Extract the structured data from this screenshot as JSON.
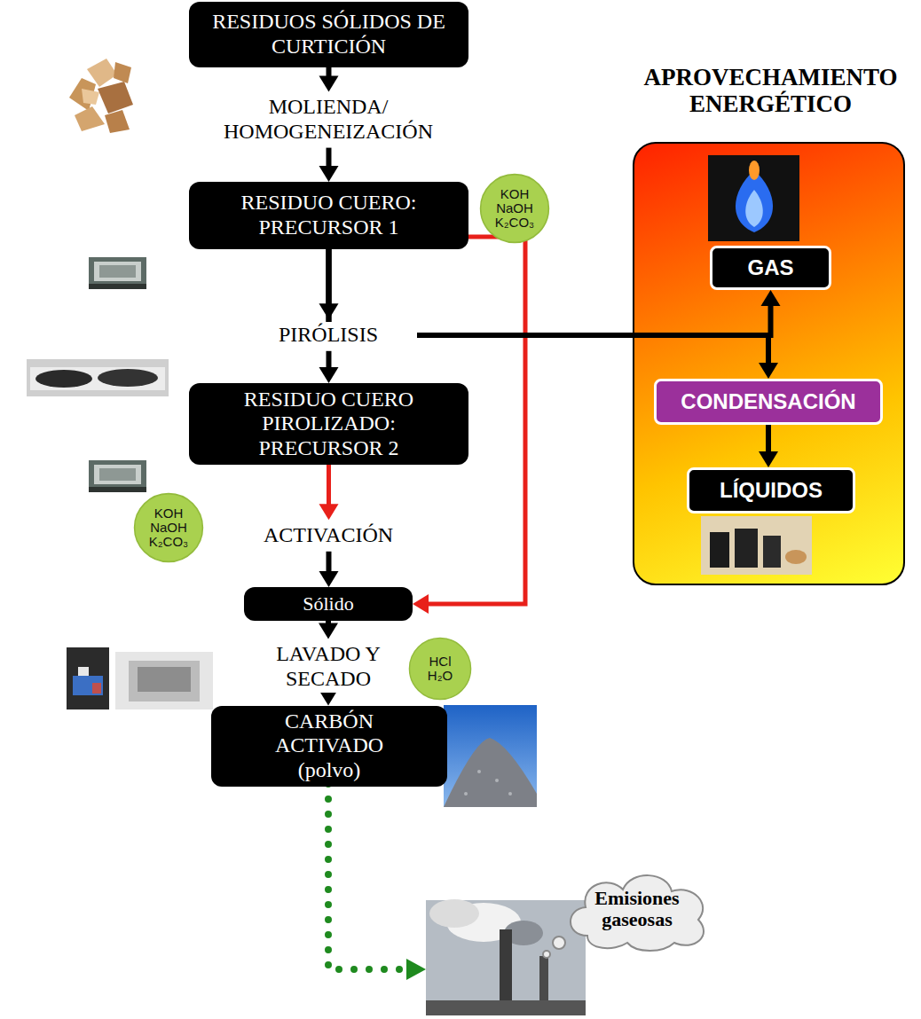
{
  "diagram": {
    "nodes": [
      {
        "text": [
          "RESIDUOS SÓLIDOS DE CURTICIÓN"
        ]
      },
      {
        "text": [
          "RESIDUO CUERO: PRECURSOR 1"
        ]
      },
      {
        "text": [
          "KOH NaOH K₂CO₃"
        ]
      },
      {
        "text": [
          "RESIDUO CUERO PIROLIZADO: PRECURSOR 2"
        ]
      },
      {
        "text": [
          "KOH NaOH K₂CO₃"
        ]
      },
      {
        "text": [
          "Sólido"
        ]
      },
      {
        "text": [
          "HCl H₂O"
        ]
      },
      {
        "text": [
          "CARBÓN ACTIVADO",
          "(polvo)"
        ]
      },
      {
        "text": [
          "APROVECHAMIENTO ENERGÉTICO"
        ]
      },
      {
        "text": [
          "GAS"
        ],
        "in": 8
      },
      {
        "text": [
          "CONDENSACIÓN"
        ],
        "in": 8
      },
      {
        "text": [
          "LÍQUIDOS"
        ],
        "in": 8
      },
      {
        "text": [
          "Emisiones gaseosas"
        ]
      }
    ],
    "edges": [
      {
        "from": 0,
        "to": 1,
        "arrow": "to",
        "label": "MOLIENDA/ HOMOGENEIZACIÓN"
      },
      {
        "from": 1,
        "to": 3,
        "arrow": "to",
        "label": "PIRÓLISIS"
      },
      {
        "from": 3,
        "to": 5,
        "arrow": "to",
        "label": "ACTIVACIÓN"
      },
      {
        "from": 5,
        "to": 7,
        "arrow": "to",
        "label": "LAVADO Y SECADO"
      },
      {
        "from": 1,
        "to": 5,
        "arrow": "to"
      },
      {
        "from": 1,
        "to": 9,
        "arrow": "to"
      },
      {
        "from": 1,
        "to": 10,
        "arrow": "to"
      },
      {
        "from": 10,
        "to": 11,
        "arrow": "to"
      }
    ]
  }
}
